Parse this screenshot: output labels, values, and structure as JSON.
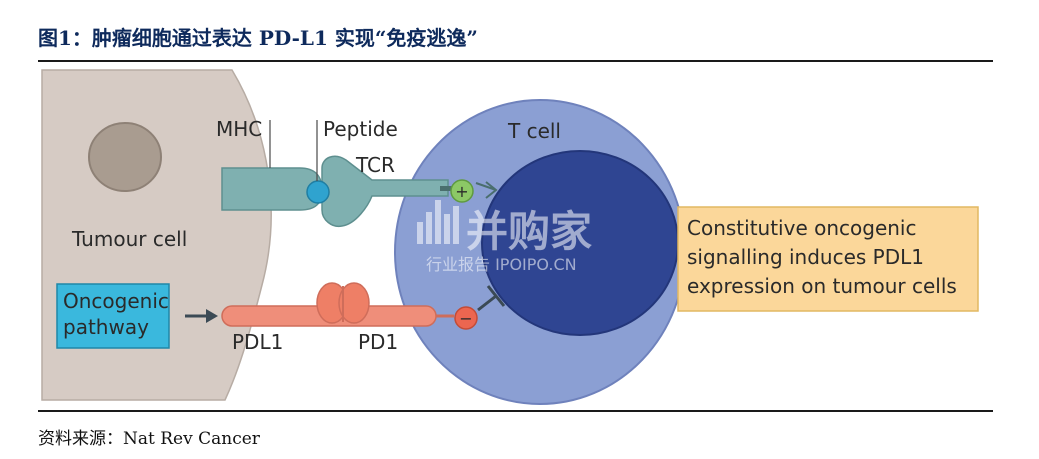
{
  "header": {
    "title": "图1：肿瘤细胞通过表达 PD-L1 实现“免疫逃逸”"
  },
  "diagram": {
    "tumour_label": "Tumour cell",
    "tcell_label": "T cell",
    "mhc_label": "MHC",
    "peptide_label": "Peptide",
    "tcr_label": "TCR",
    "pathway_line1": "Oncogenic",
    "pathway_line2": "pathway",
    "pdl1_label": "PDL1",
    "pd1_label": "PD1",
    "plus_sign": "+",
    "minus_sign": "−",
    "callout_line1": "Constitutive oncogenic",
    "callout_line2": "signalling induces PDL1",
    "callout_line3": "expression on tumour cells",
    "watermark_logo": "并购家",
    "watermark_sub": "行业报告 IPOIPO.CN"
  },
  "footer": {
    "source": "资料来源：Nat Rev Cancer"
  },
  "colors": {
    "title": "#0e2a5c",
    "tumour_fill": "#d6cbc4",
    "nucleus": "#a99c90",
    "tcell_fill": "#8b9fd3",
    "tcell_nucleus": "#2f4592",
    "mhc": "#7fb0b0",
    "pdl1": "#ef8e7a",
    "pathway_box": "#3ab8dd",
    "callout_fill": "#fbd79a"
  }
}
